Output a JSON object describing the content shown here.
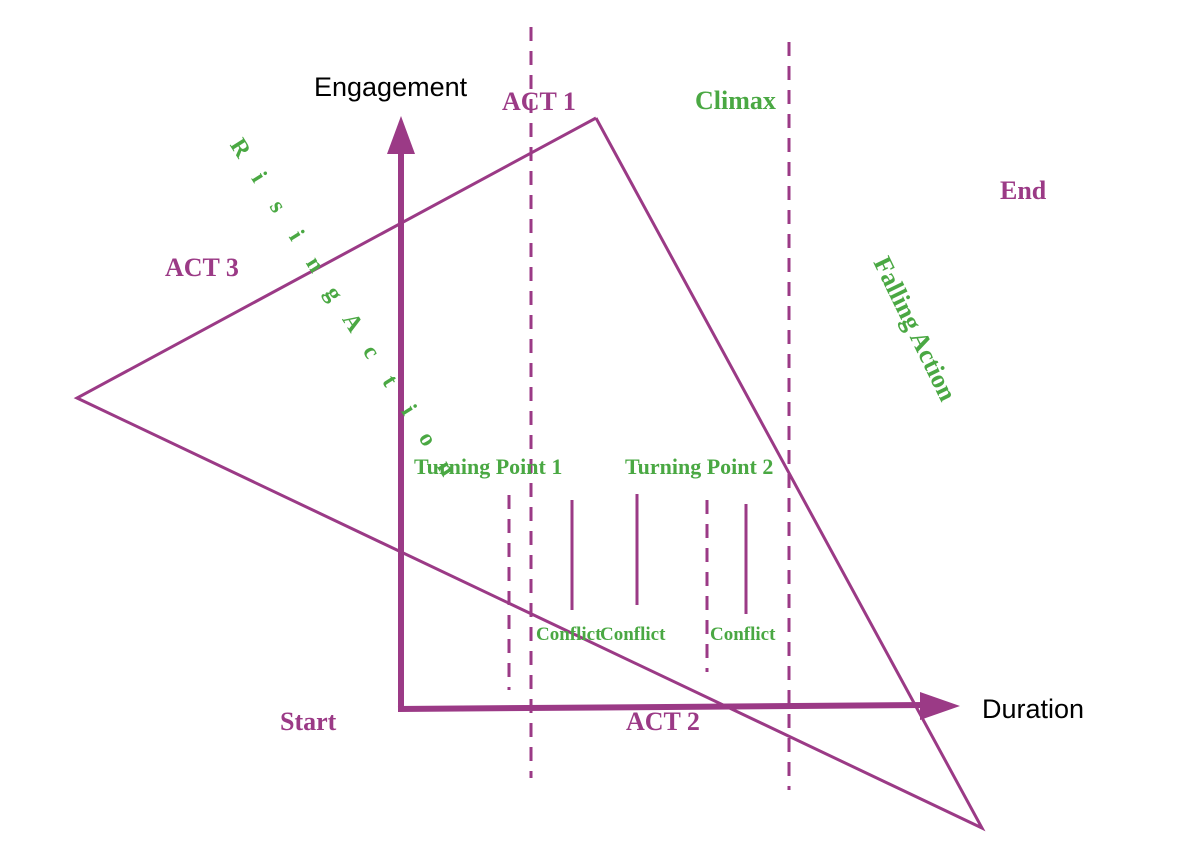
{
  "colors": {
    "purple": "#9b3a86",
    "green": "#4aa843",
    "axis_text": "#000000",
    "background": "#ffffff"
  },
  "axes": {
    "y_label": "Engagement",
    "x_label": "Duration"
  },
  "labels": {
    "act1": "ACT 1",
    "act2": "ACT 2",
    "act3": "ACT 3",
    "start": "Start",
    "end": "End",
    "climax": "Climax",
    "turning_point_1": "Turning Point 1",
    "turning_point_2": "Turning Point 2",
    "conflict_1": "Conflict",
    "conflict_2": "Conflict",
    "conflict_3": "Conflict",
    "falling_action": "Falling Action",
    "rising_action": "Rising Action"
  }
}
